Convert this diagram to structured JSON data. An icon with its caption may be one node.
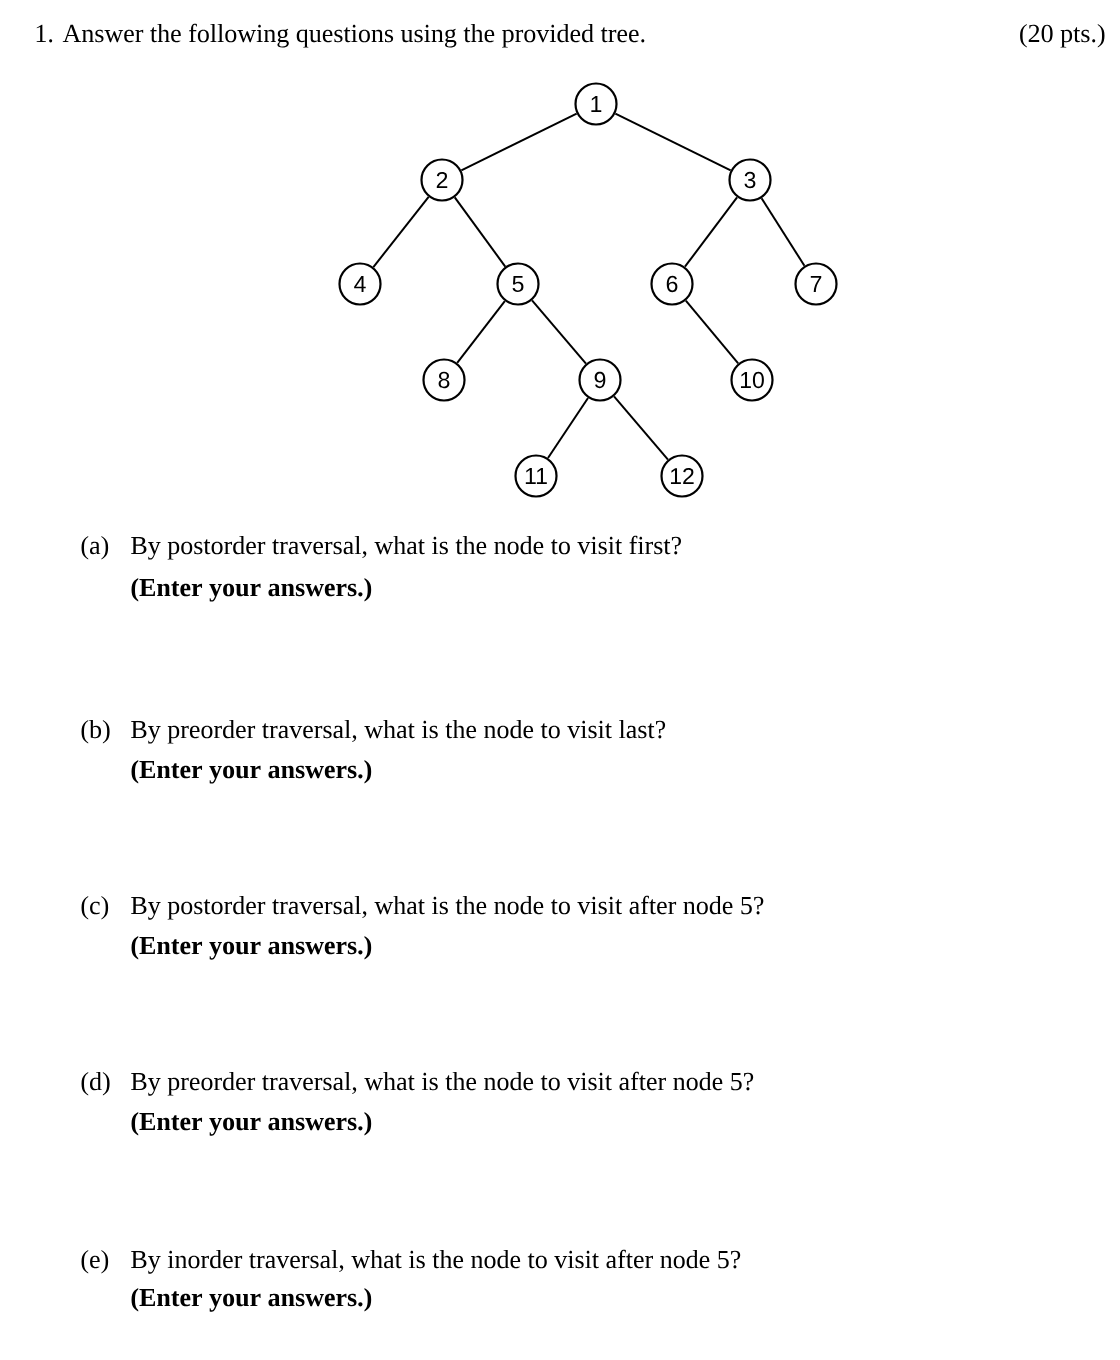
{
  "diagram": {
    "title": "1. Answer the following questions using the provided tree.",
    "nodes": [
      {
        "text": [
          "1"
        ]
      },
      {
        "text": [
          "2"
        ]
      },
      {
        "text": [
          "3"
        ]
      },
      {
        "text": [
          "4"
        ]
      },
      {
        "text": [
          "5"
        ]
      },
      {
        "text": [
          "6"
        ]
      },
      {
        "text": [
          "7"
        ]
      },
      {
        "text": [
          "8"
        ]
      },
      {
        "text": [
          "9"
        ]
      },
      {
        "text": [
          "10"
        ]
      },
      {
        "text": [
          "11"
        ]
      },
      {
        "text": [
          "12"
        ]
      }
    ],
    "edges": [
      {
        "from": 0,
        "to": 1,
        "arrow": "none"
      },
      {
        "from": 0,
        "to": 2,
        "arrow": "none"
      },
      {
        "from": 1,
        "to": 3,
        "arrow": "none"
      },
      {
        "from": 1,
        "to": 4,
        "arrow": "none"
      },
      {
        "from": 2,
        "to": 5,
        "arrow": "none"
      },
      {
        "from": 2,
        "to": 6,
        "arrow": "none"
      },
      {
        "from": 4,
        "to": 7,
        "arrow": "none"
      },
      {
        "from": 4,
        "to": 8,
        "arrow": "none"
      },
      {
        "from": 5,
        "to": 9,
        "arrow": "none"
      },
      {
        "from": 8,
        "to": 10,
        "arrow": "none"
      },
      {
        "from": 8,
        "to": 11,
        "arrow": "none"
      }
    ],
    "labels": [
      "(20 pts.)",
      "(a)",
      "By postorder traversal, what is the node to visit first?",
      "(Enter your answers.)",
      "(b)",
      "By preorder traversal, what is the node to visit last?",
      "(Enter your answers.)",
      "(c)",
      "By postorder traversal, what is the node to visit after node 5?",
      "(Enter your answers.)",
      "(d)",
      "By preorder traversal, what is the node to visit after node 5?",
      "(Enter your answers.)",
      "(e)",
      "By inorder traversal, what is the node to visit after node 5?",
      "(Enter your answers.)"
    ]
  }
}
